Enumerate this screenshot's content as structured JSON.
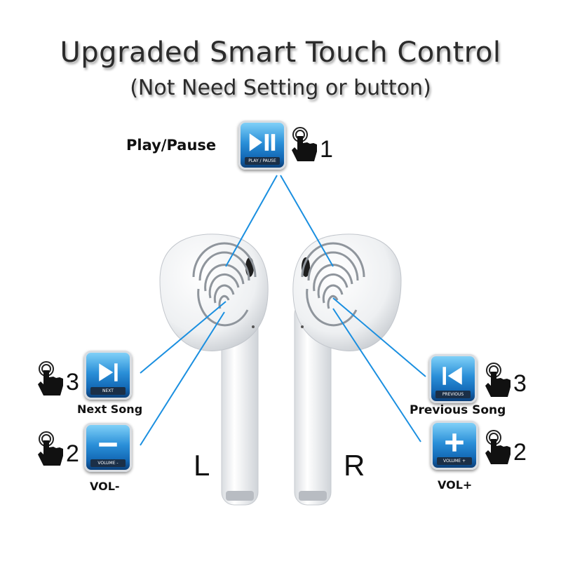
{
  "header": {
    "title": "Upgraded Smart Touch Control",
    "subtitle": "(Not Need Setting or button)"
  },
  "controls": {
    "play_pause": {
      "label": "Play/Pause",
      "taps": "1",
      "caption": "PLAY / PAUSE"
    },
    "next_song": {
      "label": "Next Song",
      "taps": "3",
      "caption": "NEXT"
    },
    "volume_down": {
      "label": "VOL-",
      "taps": "2",
      "caption": "VOLUME -"
    },
    "previous_song": {
      "label": "Previous Song",
      "taps": "3",
      "caption": "PREVIOUS"
    },
    "volume_up": {
      "label": "VOL+",
      "taps": "2",
      "caption": "VOLUME +"
    }
  },
  "earbuds": {
    "left": "L",
    "right": "R"
  },
  "colors": {
    "line": "#1a8fe0",
    "button": "#2a8fd8",
    "text": "#111111"
  },
  "icons": [
    "play-pause-icon",
    "next-icon",
    "previous-icon",
    "minus-icon",
    "plus-icon",
    "tap-hand-icon",
    "fingerprint-icon"
  ]
}
